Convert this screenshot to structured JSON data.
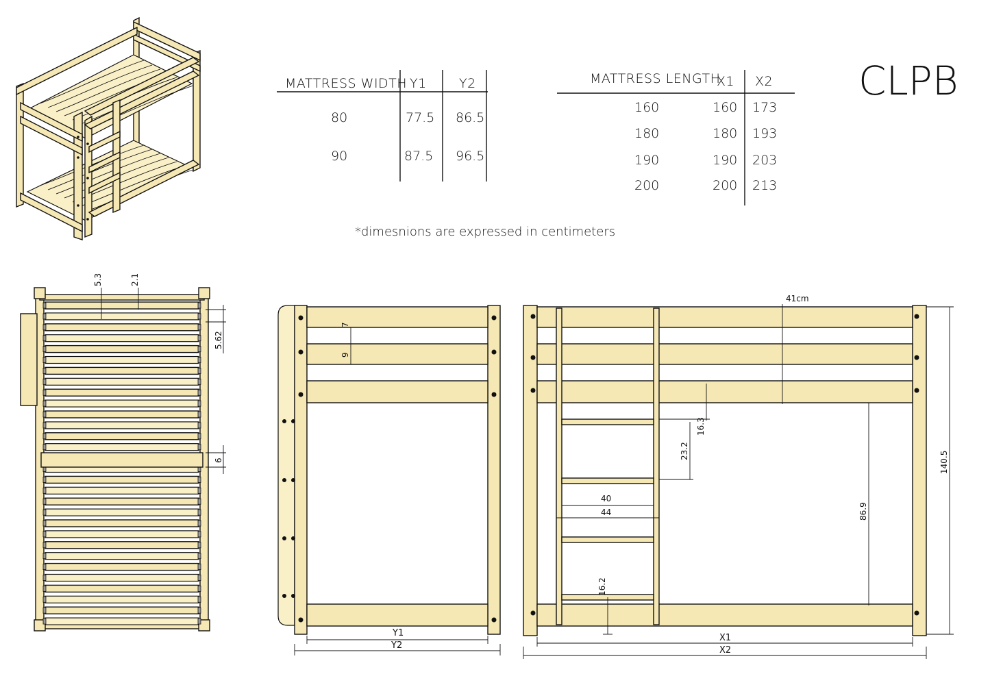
{
  "title": "CLPB",
  "width_table": {
    "headers": [
      "MATTRESS WIDTH",
      "Y1",
      "Y2"
    ],
    "rows": [
      [
        "80",
        "77.5",
        "86.5"
      ],
      [
        "90",
        "87.5",
        "96.5"
      ]
    ]
  },
  "length_table": {
    "headers": [
      "MATTRESS LENGTH",
      "X1",
      "X2"
    ],
    "rows": [
      [
        "160",
        "160",
        "173"
      ],
      [
        "180",
        "180",
        "193"
      ],
      [
        "190",
        "190",
        "203"
      ],
      [
        "200",
        "200",
        "213"
      ]
    ]
  },
  "note": "*dimesnions are expressed in centimeters",
  "top_view_dims": {
    "slat_gap_top": "5.3",
    "rail_top": "2.1",
    "slat_pitch": "5.62",
    "center_slat": "6"
  },
  "side_view_dims": {
    "rail_gap": "7",
    "rail_height": "9",
    "inner_width": "Y1",
    "outer_width": "Y2"
  },
  "front_view_dims": {
    "top_gap": "41cm",
    "rung_offset": "16.3",
    "rung_spacing": "23.2",
    "ladder_inner": "40",
    "ladder_outer": "44",
    "bottom_rung": "16.2",
    "bunk_clearance": "86.9",
    "total_height": "140.5",
    "inner_length": "X1",
    "outer_length": "X2"
  }
}
